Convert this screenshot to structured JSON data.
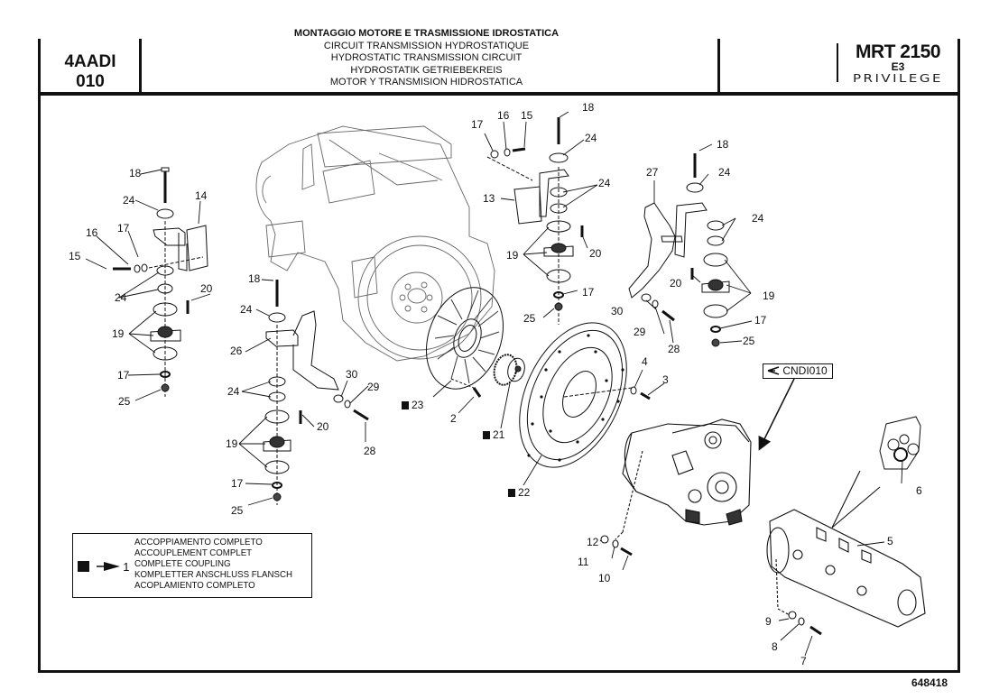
{
  "header": {
    "code_line1": "4AADI",
    "code_line2": "010",
    "titles": [
      "MONTAGGIO MOTORE E TRASMISSIONE IDROSTATICA",
      "CIRCUIT TRANSMISSION HYDROSTATIQUE",
      "HYDROSTATIC TRANSMISSION CIRCUIT",
      "HYDROSTATIK GETRIEBEKREIS",
      "MOTOR Y TRANSMISION HIDROSTATICA"
    ],
    "model": "MRT 2150",
    "model_sub": "E3",
    "brand": "PRIVILEGE"
  },
  "footer": {
    "drawing_number": "648418"
  },
  "reference_tag": {
    "icon": "arrow-left-triangle-icon",
    "label": "CNDI010"
  },
  "legend": {
    "symbol_label": "1",
    "lines": [
      "ACCOPPIAMENTO COMPLETO",
      "ACCOUPLEMENT COMPLET",
      "COMPLETE COUPLING",
      "KOMPLETTER ANSCHLUSS FLANSCH",
      "ACOPLAMIENTO COMPLETO"
    ]
  },
  "callouts": {
    "left_mount": [
      "18",
      "24",
      "14",
      "16",
      "17",
      "15",
      "24",
      "20",
      "19",
      "17",
      "25"
    ],
    "center_left_mount": [
      "18",
      "24",
      "26",
      "24",
      "30",
      "29",
      "20",
      "19",
      "28",
      "17",
      "25"
    ],
    "top_center_mount": [
      "17",
      "16",
      "15",
      "18",
      "24",
      "13",
      "24",
      "19",
      "20",
      "17",
      "25"
    ],
    "right_mount": [
      "18",
      "27",
      "24",
      "24",
      "20",
      "19",
      "30",
      "29",
      "28",
      "17",
      "25"
    ],
    "coupling": [
      "23",
      "2",
      "21",
      "22",
      "4",
      "3"
    ],
    "pump": [
      "12",
      "11",
      "10",
      "6",
      "5",
      "9",
      "8",
      "7"
    ]
  }
}
